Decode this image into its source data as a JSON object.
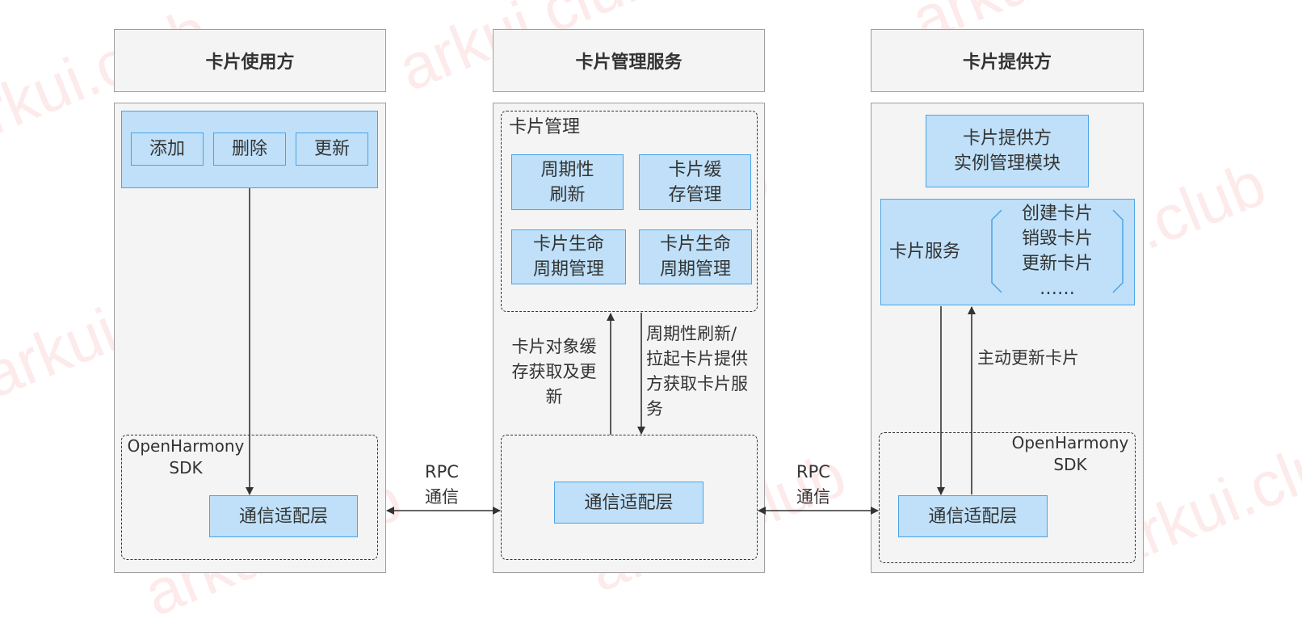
{
  "columns": {
    "consumer": {
      "title": "卡片使用方",
      "actions": [
        "添加",
        "删除",
        "更新"
      ],
      "sdk_label": "OpenHarmony\nSDK",
      "adapter": "通信适配层"
    },
    "manager": {
      "title": "卡片管理服务",
      "group_title": "卡片管理",
      "modules": [
        "周期性\n刷新",
        "卡片缓\n存管理",
        "卡片生命\n周期管理",
        "卡片生命\n周期管理"
      ],
      "adapter": "通信适配层"
    },
    "provider": {
      "title": "卡片提供方",
      "instance_module": "卡片提供方\n实例管理模块",
      "service_label": "卡片服务",
      "service_items": "创建卡片\n销毁卡片\n更新卡片\n……",
      "sdk_label": "OpenHarmony\nSDK",
      "adapter": "通信适配层"
    }
  },
  "labels": {
    "cache_fetch_update": "卡片对象缓\n存获取及更\n新",
    "periodic_refresh": "周期性刷新/\n拉起卡片提供\n方获取卡片服\n务",
    "active_update": "主动更新卡片",
    "rpc_left": "RPC\n通信",
    "rpc_right": "RPC\n通信"
  },
  "watermark": "arkui.club",
  "colors": {
    "box_fill": "#bfe0f8",
    "box_border": "#4aa3e6",
    "panel_fill": "#f4f4f4",
    "panel_border": "#9e9e9e",
    "watermark": "#f47e7e"
  }
}
